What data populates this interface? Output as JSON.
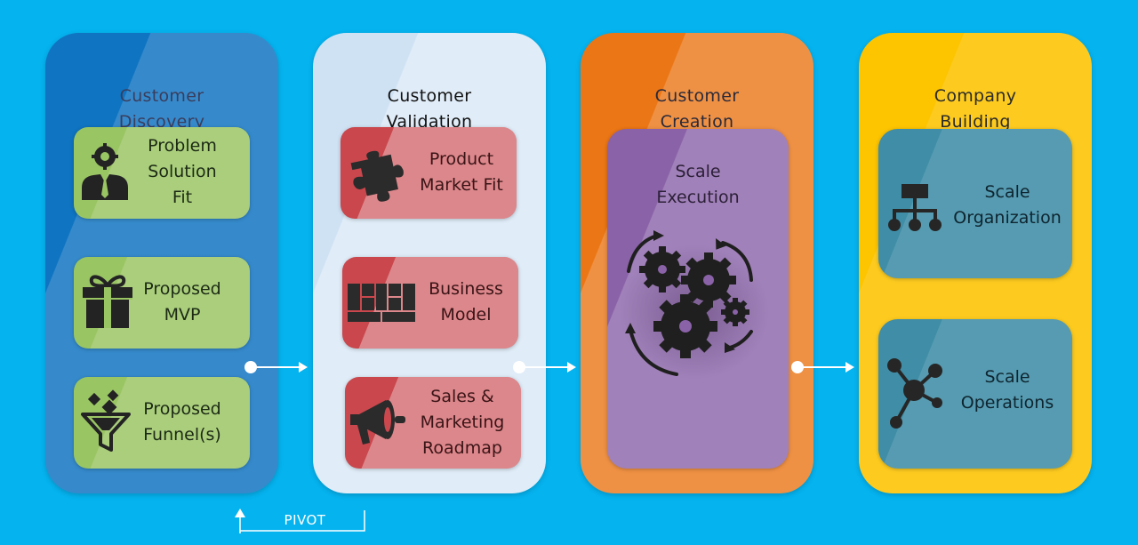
{
  "stages": [
    {
      "title": "Customer\nDiscovery",
      "color": "#0f74c2",
      "cards": [
        {
          "label": "Problem\nSolution\nFit",
          "icon": "businessman-gear-icon"
        },
        {
          "label": "Proposed\nMVP",
          "icon": "gift-icon"
        },
        {
          "label": "Proposed\nFunnel(s)",
          "icon": "funnel-icon"
        }
      ]
    },
    {
      "title": "Customer\nValidation",
      "color": "#cfe2f4",
      "cards": [
        {
          "label": "Product\nMarket Fit",
          "icon": "puzzle-piece-icon"
        },
        {
          "label": "Business\nModel",
          "icon": "business-model-canvas-icon"
        },
        {
          "label": "Sales &\nMarketing\nRoadmap",
          "icon": "megaphone-icon"
        }
      ]
    },
    {
      "title": "Customer\nCreation",
      "color": "#eb7615",
      "cards": [
        {
          "label": "Scale\nExecution",
          "icon": "gears-cycle-icon"
        }
      ]
    },
    {
      "title": "Company\nBuilding",
      "color": "#fdc400",
      "cards": [
        {
          "label": "Scale\nOrganization",
          "icon": "org-chart-icon"
        },
        {
          "label": "Scale\nOperations",
          "icon": "network-nodes-icon"
        }
      ]
    }
  ],
  "pivot_label": "PIVOT",
  "colors": {
    "background": "#05b3ef",
    "card_green": "#9ac563",
    "card_red": "#c9474d",
    "card_purple": "#8a62a8",
    "card_teal": "#3f8da6",
    "icon": "#2a2a2a"
  }
}
